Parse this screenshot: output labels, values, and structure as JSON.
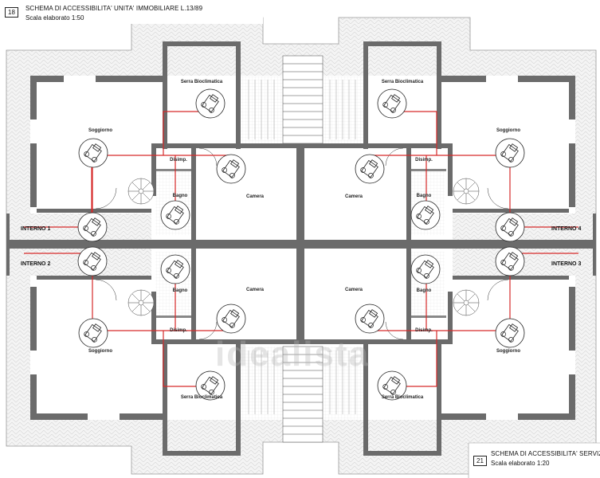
{
  "title_top": {
    "number": "18",
    "title": "SCHEMA DI ACCESSIBILITA' UNITA' IMMOBILIARE L.13/89",
    "scale": "Scala elaborato 1:50"
  },
  "title_bottom": {
    "number": "21",
    "title": "SCHEMA DI ACCESSIBILITA' SERVIZIO",
    "scale": "Scala elaborato 1:20"
  },
  "watermark": "idealista",
  "units": {
    "interno_1": "INTERNO 1",
    "interno_2": "INTERNO 2",
    "interno_3": "INTERNO 3",
    "interno_4": "INTERNO 4"
  },
  "rooms": {
    "serra": "Serra Bioclimatica",
    "soggiorno": "Soggiorno",
    "disimp": "Disimp.",
    "bagno": "Bagno",
    "camera": "Camera"
  },
  "colors": {
    "wall": "#6b6b6b",
    "accessibility_path": "#d62a2a",
    "terrace_hatch": "#e6e6e6"
  },
  "icons": [
    "wheelchair-turning-circle-icon",
    "spiral-stair-icon",
    "straight-stair-icon"
  ]
}
